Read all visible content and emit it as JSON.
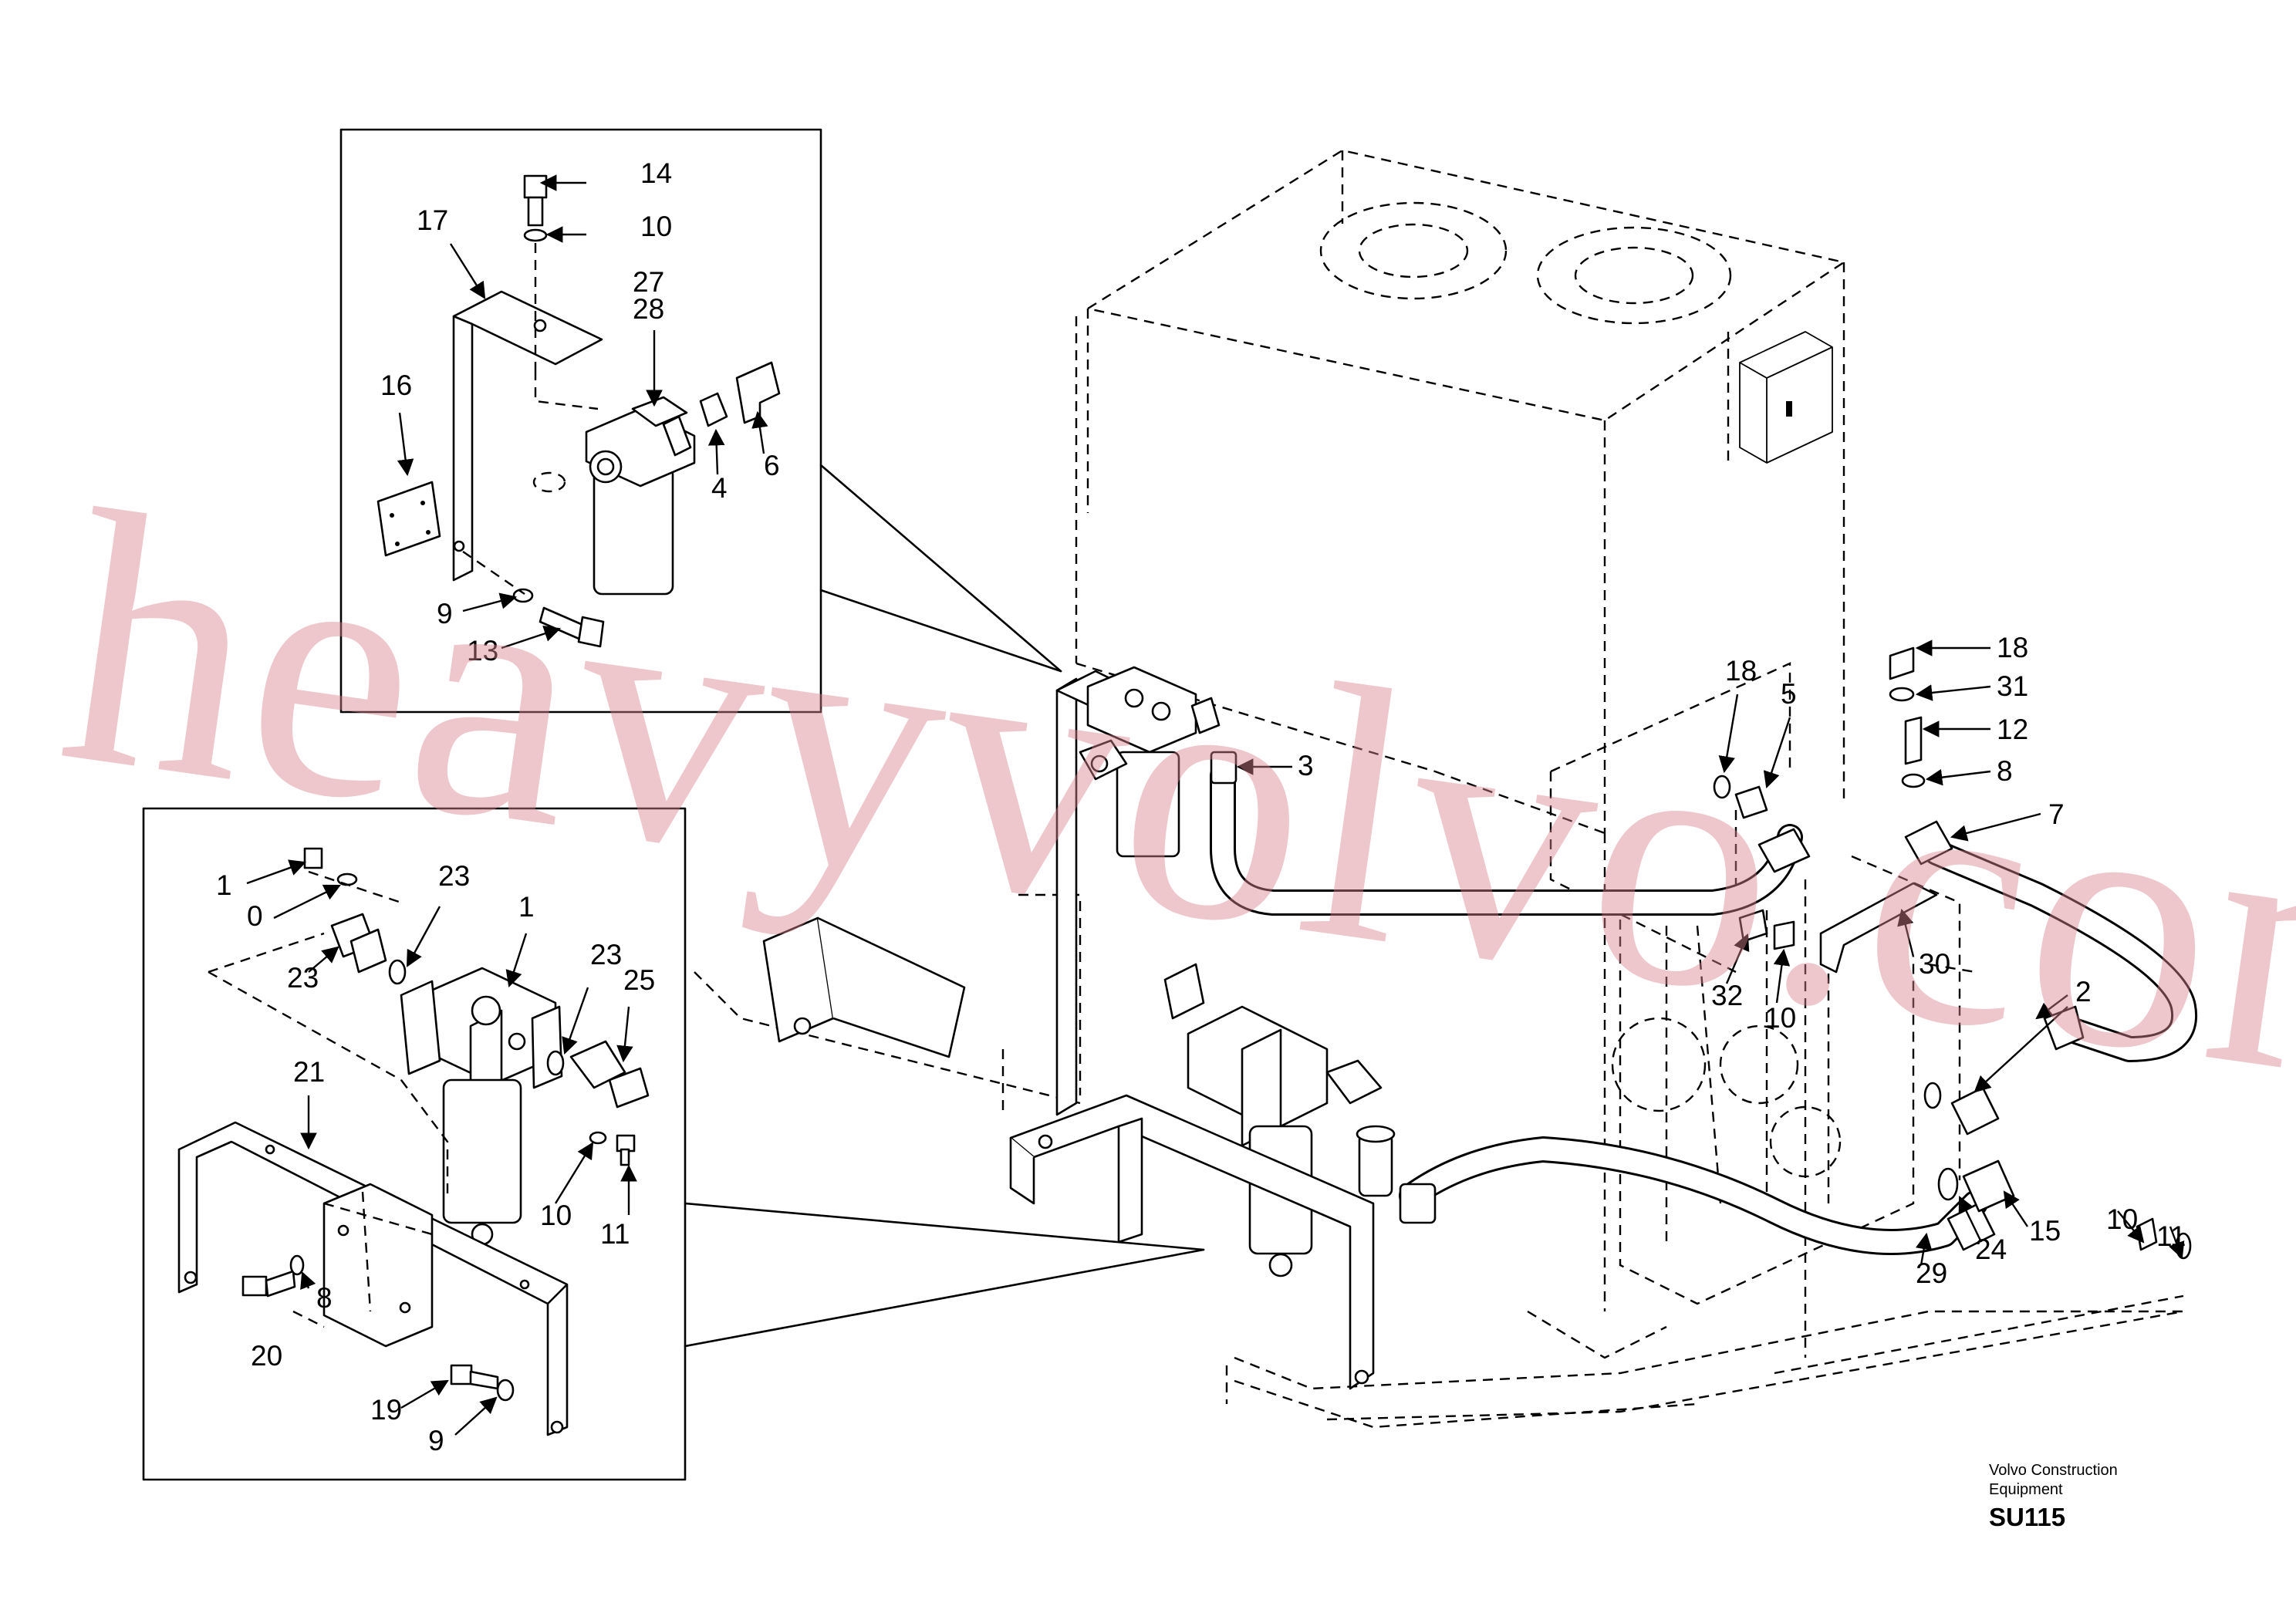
{
  "callouts_top_inset": [
    {
      "id": "14",
      "label": "14"
    },
    {
      "id": "10",
      "label": "10"
    },
    {
      "id": "17",
      "label": "17"
    },
    {
      "id": "27",
      "label": "27"
    },
    {
      "id": "28",
      "label": "28"
    },
    {
      "id": "16",
      "label": "16"
    },
    {
      "id": "4",
      "label": "4"
    },
    {
      "id": "6",
      "label": "6"
    },
    {
      "id": "9",
      "label": "9"
    },
    {
      "id": "13",
      "label": "13"
    }
  ],
  "callouts_bottom_inset": [
    {
      "id": "1a",
      "label": "1"
    },
    {
      "id": "0",
      "label": "0"
    },
    {
      "id": "23a",
      "label": "23"
    },
    {
      "id": "1b",
      "label": "1"
    },
    {
      "id": "23b",
      "label": "23"
    },
    {
      "id": "23c",
      "label": "23"
    },
    {
      "id": "25",
      "label": "25"
    },
    {
      "id": "21",
      "label": "21"
    },
    {
      "id": "10",
      "label": "10"
    },
    {
      "id": "11",
      "label": "11"
    },
    {
      "id": "20",
      "label": "20"
    },
    {
      "id": "8",
      "label": "8"
    },
    {
      "id": "19",
      "label": "19"
    },
    {
      "id": "9",
      "label": "9"
    }
  ],
  "callouts_main": [
    {
      "id": "3",
      "label": "3"
    },
    {
      "id": "18a",
      "label": "18"
    },
    {
      "id": "5",
      "label": "5"
    },
    {
      "id": "18b",
      "label": "18"
    },
    {
      "id": "31",
      "label": "31"
    },
    {
      "id": "12",
      "label": "12"
    },
    {
      "id": "8",
      "label": "8"
    },
    {
      "id": "7",
      "label": "7"
    },
    {
      "id": "30",
      "label": "30"
    },
    {
      "id": "32",
      "label": "32"
    },
    {
      "id": "10a",
      "label": "10"
    },
    {
      "id": "2",
      "label": "2"
    },
    {
      "id": "29",
      "label": "29"
    },
    {
      "id": "24",
      "label": "24"
    },
    {
      "id": "15",
      "label": "15"
    },
    {
      "id": "10b",
      "label": "10"
    },
    {
      "id": "11",
      "label": "11"
    }
  ],
  "watermark": "heavyvolvo.com",
  "brand_line1": "Volvo Construction",
  "brand_line2": "Equipment",
  "diagram_code": "SU115"
}
